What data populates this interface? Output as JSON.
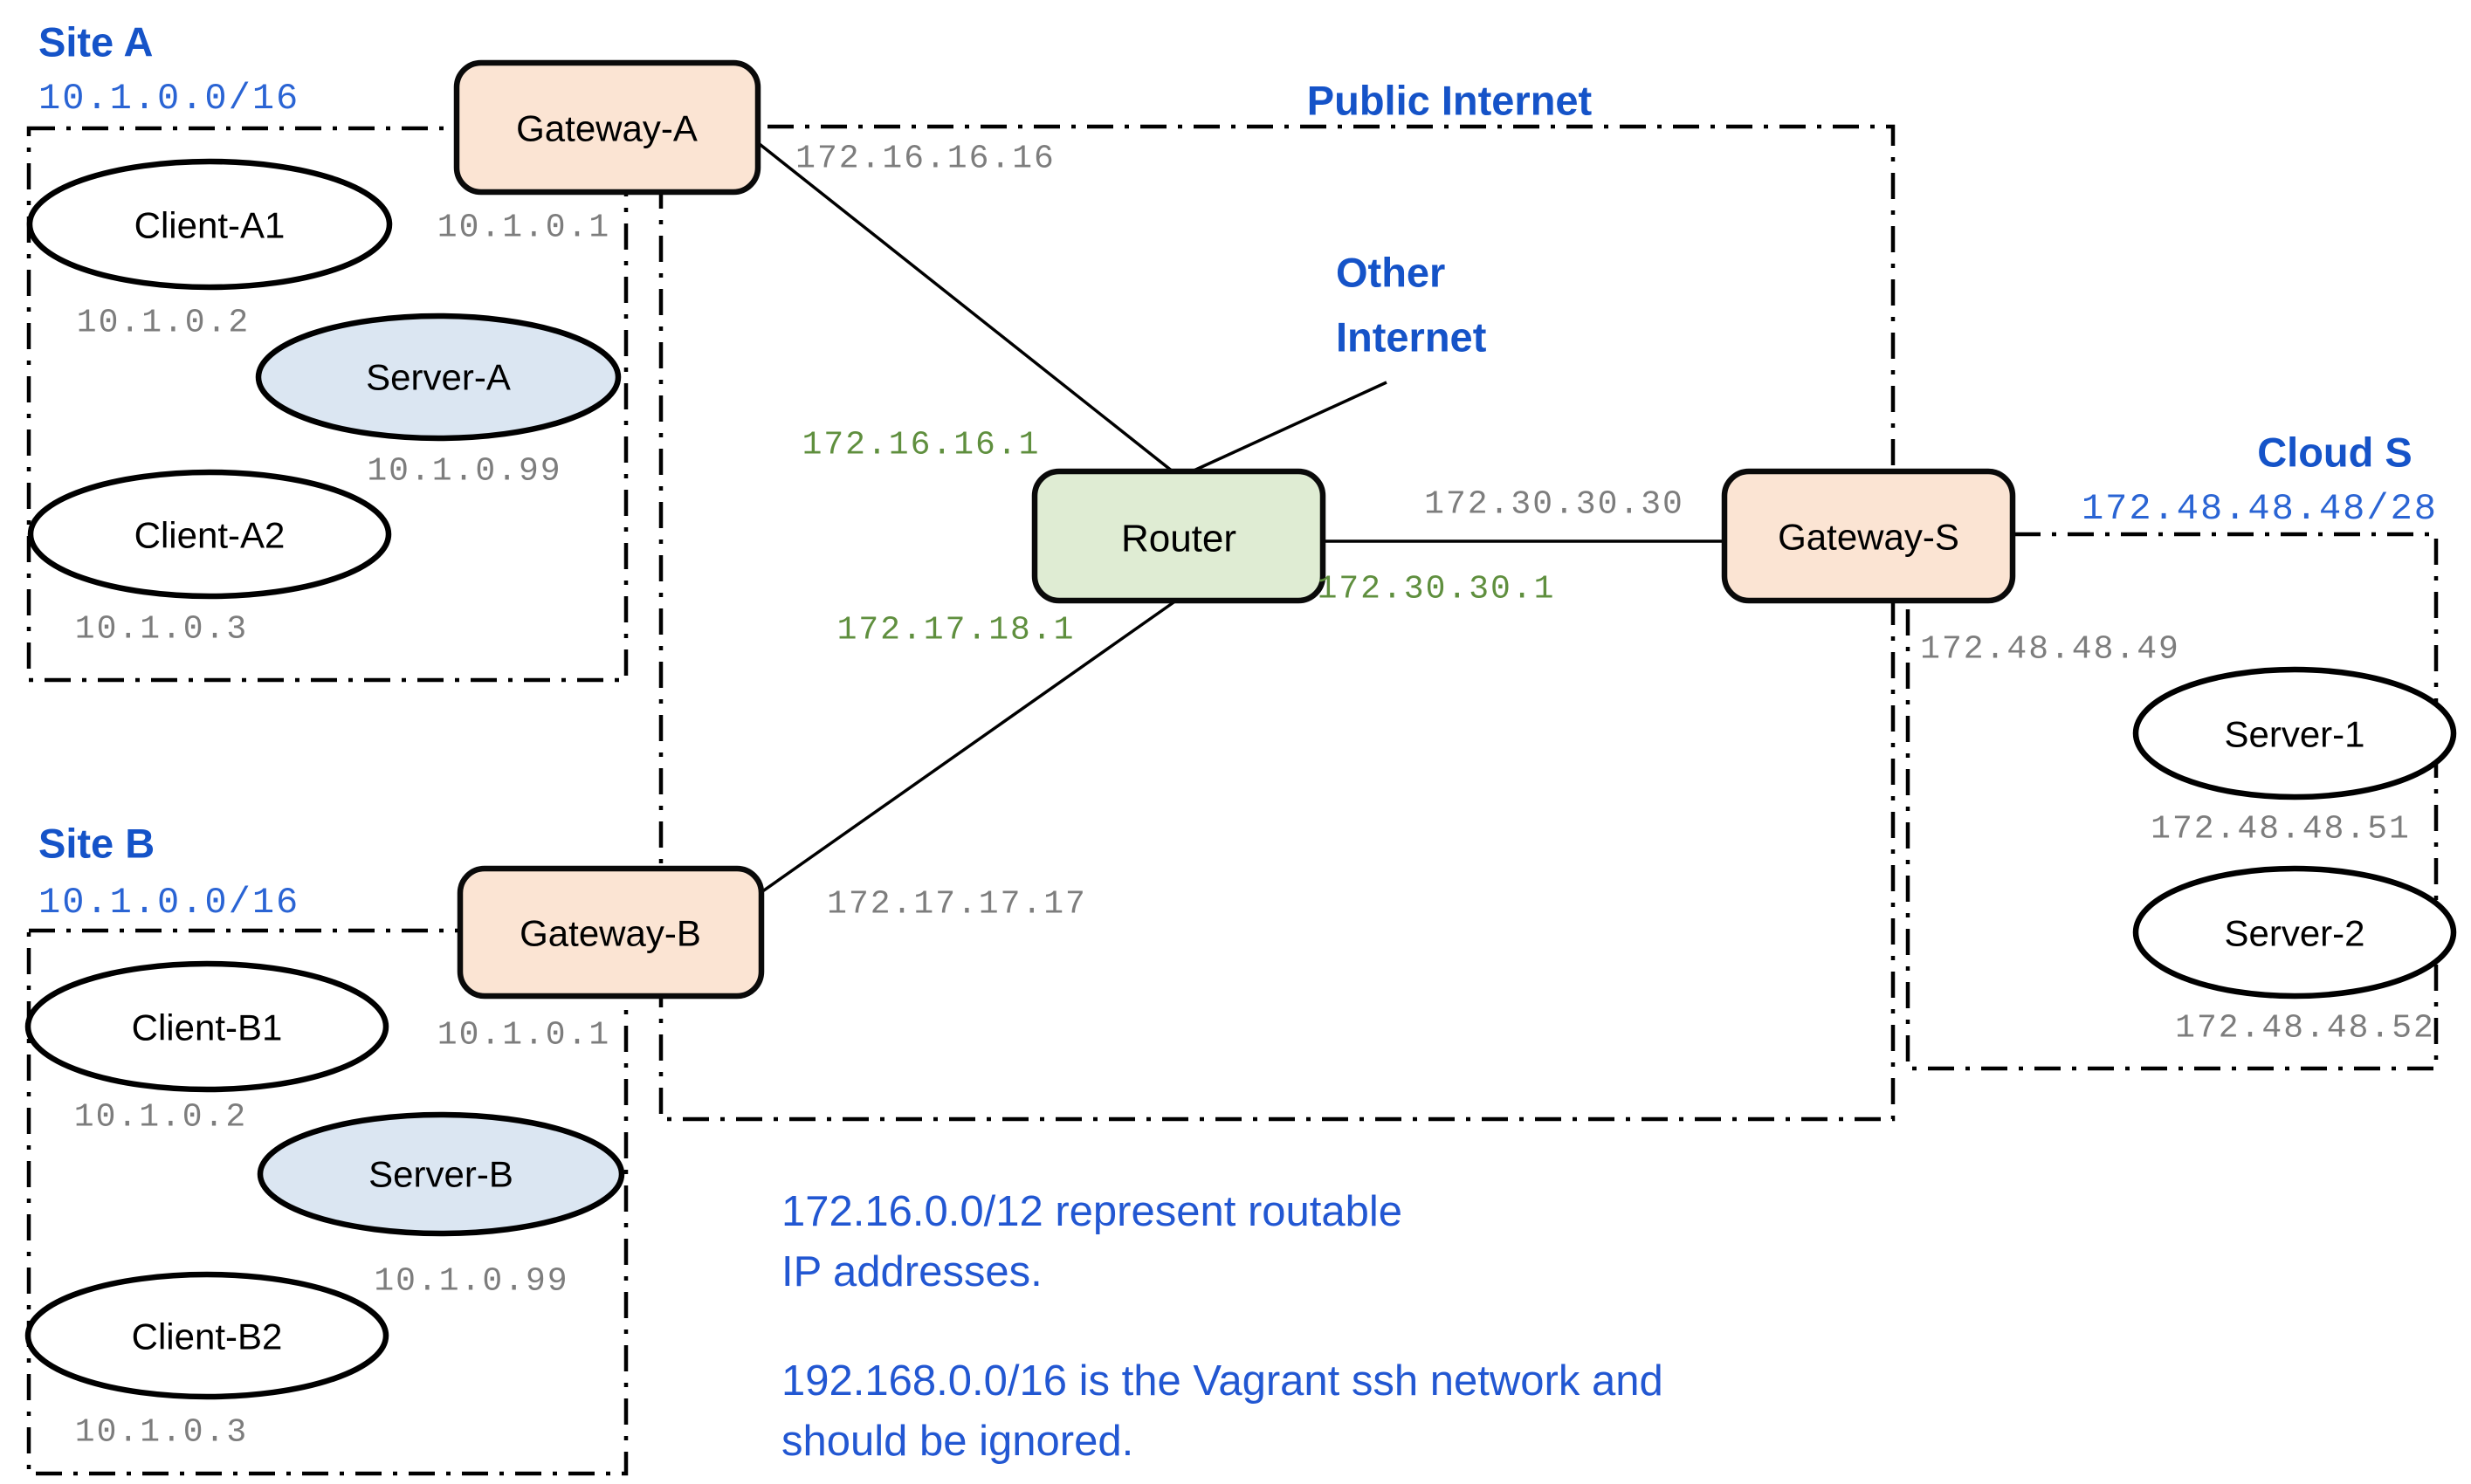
{
  "colors": {
    "title_blue": "#1553c8",
    "subnet_blue": "#2a64d4",
    "note_blue": "#2257d2",
    "ip_gray": "#7d7d7d",
    "interface_green": "#5f8f3e",
    "gateway_fill": "#fbe4d3",
    "router_fill": "#dfecd3",
    "server_fill": "#dbe6f2",
    "client_fill": "#ffffff"
  },
  "site_a": {
    "title": "Site A",
    "subnet": "10.1.0.0/16"
  },
  "site_b": {
    "title": "Site B",
    "subnet": "10.1.0.0/16"
  },
  "public_internet": {
    "title": "Public Internet"
  },
  "other_internet": {
    "line1": "Other",
    "line2": "Internet"
  },
  "cloud_s": {
    "title": "Cloud S",
    "subnet": "172.48.48.48/28"
  },
  "nodes": {
    "gateway_a": "Gateway-A",
    "gateway_b": "Gateway-B",
    "gateway_s": "Gateway-S",
    "router": "Router",
    "client_a1": "Client-A1",
    "server_a": "Server-A",
    "client_a2": "Client-A2",
    "client_b1": "Client-B1",
    "server_b": "Server-B",
    "client_b2": "Client-B2",
    "server_1": "Server-1",
    "server_2": "Server-2"
  },
  "ips": {
    "gateway_a_wan": "172.16.16.16",
    "gateway_a_lan": "10.1.0.1",
    "client_a1": "10.1.0.2",
    "server_a": "10.1.0.99",
    "client_a2": "10.1.0.3",
    "gateway_b_wan": "172.17.17.17",
    "gateway_b_lan": "10.1.0.1",
    "client_b1": "10.1.0.2",
    "server_b": "10.1.0.99",
    "client_b2": "10.1.0.3",
    "router_if_site_a": "172.16.16.1",
    "router_if_site_b": "172.17.18.1",
    "router_if_cloud": "172.30.30.1",
    "gateway_s_wan": "172.30.30.30",
    "gateway_s_lan": "172.48.48.49",
    "server_1": "172.48.48.51",
    "server_2": "172.48.48.52"
  },
  "notes": {
    "note1_line1": "172.16.0.0/12 represent routable",
    "note1_line2": "IP addresses.",
    "note2_line1": "192.168.0.0/16 is the Vagrant ssh network and",
    "note2_line2": "should be ignored."
  }
}
